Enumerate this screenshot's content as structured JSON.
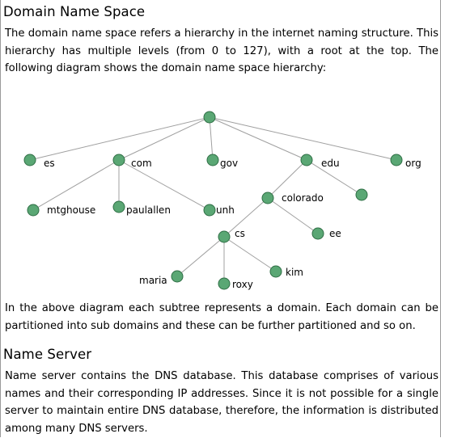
{
  "section1": {
    "heading": "Domain Name Space",
    "intro": "The domain name space refers a hierarchy in the internet naming structure. This hierarchy has multiple levels (from 0 to 127), with a root at the top. The following diagram shows the domain name space hierarchy:",
    "after_diagram": "In the above diagram each subtree represents a domain. Each domain can be partitioned into sub domains and these can be further partitioned and so on."
  },
  "diagram": {
    "labels": {
      "es": "es",
      "com": "com",
      "gov": "gov",
      "edu": "edu",
      "org": "org",
      "mtghouse": "mtghouse",
      "paulallen": "paulallen",
      "unh": "unh",
      "colorado": "colorado",
      "cs": "cs",
      "ee": "ee",
      "maria": "maria",
      "roxy": "roxy",
      "kim": "kim"
    },
    "node_color": "#5aa774"
  },
  "section2": {
    "heading": "Name Server",
    "body": "Name server contains the DNS database. This database comprises of various names and their corresponding IP addresses. Since it is not possible for a single server to maintain entire DNS database, therefore, the information is distributed among many DNS servers."
  }
}
